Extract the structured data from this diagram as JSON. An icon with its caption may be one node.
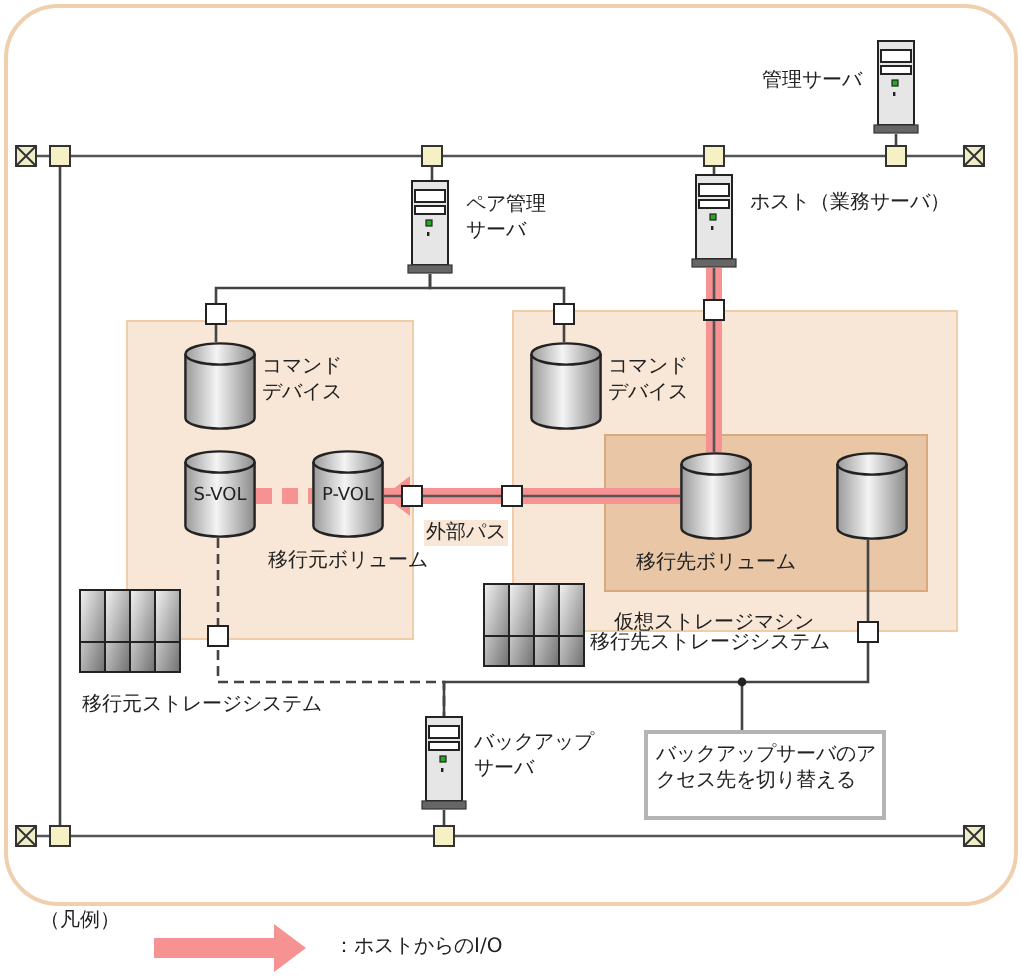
{
  "diagram": {
    "nodes": [
      {
        "text": [
          "移行元ストレージシステム"
        ]
      },
      {
        "text": [
          "移行先ストレージシステム"
        ]
      },
      {
        "text": [
          "仮想ストレージマシン"
        ],
        "in": 1
      },
      {
        "text": [
          "コマンドデバイス"
        ],
        "in": 0
      },
      {
        "text": [
          "S-VOL"
        ],
        "in": 0
      },
      {
        "text": [
          "P-VOL",
          "移行元ボリューム"
        ],
        "in": 0
      },
      {
        "text": [
          "コマンドデバイス"
        ],
        "in": 1
      },
      {
        "text": [
          "移行先ボリューム"
        ],
        "in": 2
      },
      {
        "text": [],
        "shape": "cylinder",
        "in": 2
      },
      {
        "text": [
          "管理サーバ"
        ]
      },
      {
        "text": [
          "ペア管理サーバ"
        ]
      },
      {
        "text": [
          "ホスト（業務サーバ）"
        ]
      },
      {
        "text": [
          "バックアップサーバ"
        ]
      },
      {
        "text": [
          "バックアップサーバのアクセス先を切り替える"
        ]
      },
      {
        "text": [],
        "shape": "bar"
      },
      {
        "text": [],
        "shape": "bar"
      }
    ],
    "edges": [
      {
        "from": 10,
        "to": 3,
        "arrow": "none"
      },
      {
        "from": 10,
        "to": 6,
        "arrow": "none"
      },
      {
        "from": 11,
        "to": 7,
        "arrow": "none",
        "style": "thick",
        "color": "#f79292"
      },
      {
        "from": 7,
        "to": 5,
        "arrow": "to",
        "label": "外部パス",
        "style": "thick",
        "color": "#f79292"
      },
      {
        "from": 4,
        "to": 5,
        "arrow": "none",
        "style": "dashed",
        "color": "#f79292"
      },
      {
        "from": 4,
        "to": 12,
        "arrow": "none",
        "style": "dashed"
      },
      {
        "from": 8,
        "to": 12,
        "arrow": "none"
      },
      {
        "from": 13,
        "to": null,
        "arrow": "none"
      },
      {
        "from": 9,
        "to": 14,
        "arrow": "none"
      },
      {
        "from": 10,
        "to": 14,
        "arrow": "none"
      },
      {
        "from": 11,
        "to": 14,
        "arrow": "none"
      },
      {
        "from": 12,
        "to": 15,
        "arrow": "none"
      },
      {
        "from": 14,
        "to": 15,
        "arrow": "none"
      }
    ],
    "labels": [
      "（凡例）"
    ],
    "legend": [
      {
        "text": "：ホストからのI/O"
      }
    ]
  }
}
